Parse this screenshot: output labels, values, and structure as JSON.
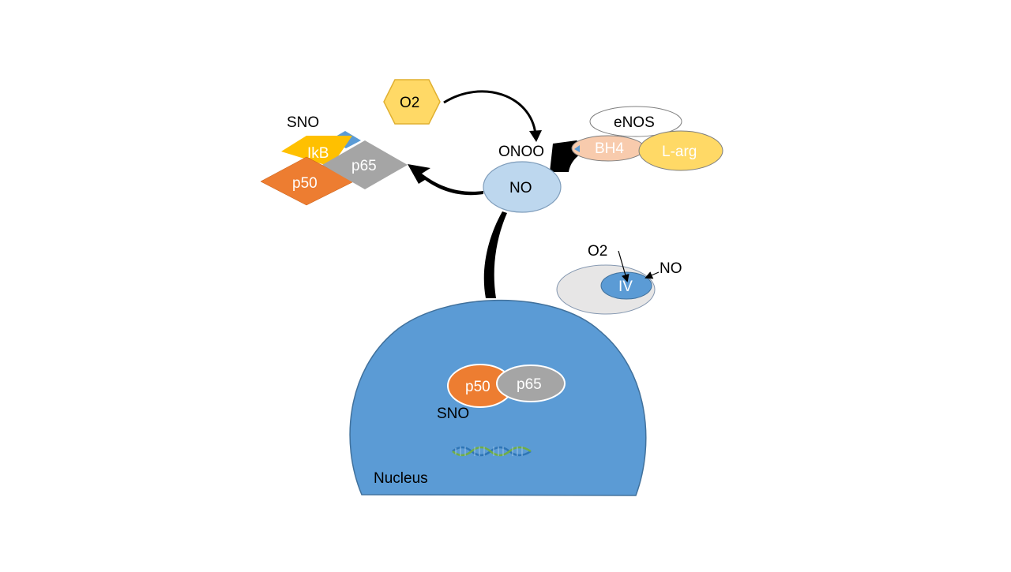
{
  "nodes": {
    "o2_top": "O2",
    "onoo": "ONOO",
    "no_center": "NO",
    "enos": "eNOS",
    "bh4": "BH4",
    "larg": "L-arg",
    "sno_top": "SNO",
    "ikb": "IkB",
    "p65_top": "p65",
    "p50_top": "p50",
    "o2_mito": "O2",
    "no_mito": "NO",
    "complex_iv": "IV",
    "p50_nuc": "p50",
    "p65_nuc": "p65",
    "sno_nuc": "SNO",
    "nucleus": "Nucleus"
  },
  "colors": {
    "o2_fill": "#FFD966",
    "o2_stroke": "#E0B030",
    "no_fill": "#BDD7EE",
    "no_stroke": "#7F9DBB",
    "bh4_fill": "#F8CBAD",
    "larg_fill": "#FFD966",
    "ikb_fill": "#FFC000",
    "p65_fill": "#A5A5A5",
    "p50_fill": "#ED7D31",
    "small_blue": "#5B9BD5",
    "mito_fill": "#E7E6E6",
    "iv_fill": "#5B9BD5",
    "nucleus_fill": "#5B9BD5",
    "nucleus_stroke": "#41719C",
    "dna_a": "#2E75B6",
    "dna_b": "#70AD47"
  }
}
